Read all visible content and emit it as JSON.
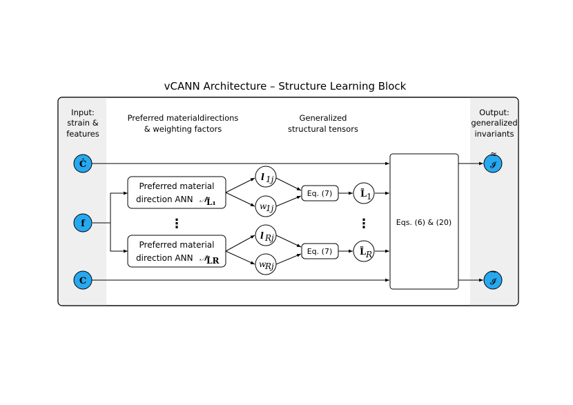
{
  "title": "vCANN Architecture – Structure Learning Block",
  "headers": {
    "input_line1": "Input:",
    "input_line2": "strain &",
    "input_line3": "features",
    "dir_line1": "Preferred materialdirections",
    "dir_line2": "& weighting factors",
    "tensor_line1": "Generalized",
    "tensor_line2": "structural tensors",
    "output_line1": "Output:",
    "output_line2": "generalized",
    "output_line3": "invariants"
  },
  "inputs": {
    "c_dot": "Ċ",
    "f": "f",
    "c": "C"
  },
  "ann_boxes": {
    "top_line1": "Preferred material",
    "top_line2": "direction ANN",
    "top_symbol": "𝒩",
    "top_sub": "L̃₁",
    "bottom_line1": "Preferred material",
    "bottom_line2": "direction ANN",
    "bottom_symbol": "𝒩",
    "bottom_sub": "L̃R"
  },
  "nodes": {
    "l1j": "l",
    "l1j_sub": "1j",
    "w1j": "w",
    "w1j_sub": "1j",
    "lRj": "l",
    "lRj_sub": "Rj",
    "wRj": "w",
    "wRj_sub": "Rj",
    "L1": "L̃",
    "L1_sub": "1",
    "LR": "L̃",
    "LR_sub": "R"
  },
  "eq_boxes": {
    "top": "Eq. (7)",
    "bottom": "Eq. (7)",
    "main": "Eqs. (6) & (20)"
  },
  "outputs": {
    "i_tilde_tilde": "𝓘",
    "i_tilde": "𝓘"
  },
  "ellipsis": "⋮",
  "colors": {
    "node_fill": "#27a8ef",
    "panel_fill": "#efefef",
    "stroke": "#000000"
  }
}
